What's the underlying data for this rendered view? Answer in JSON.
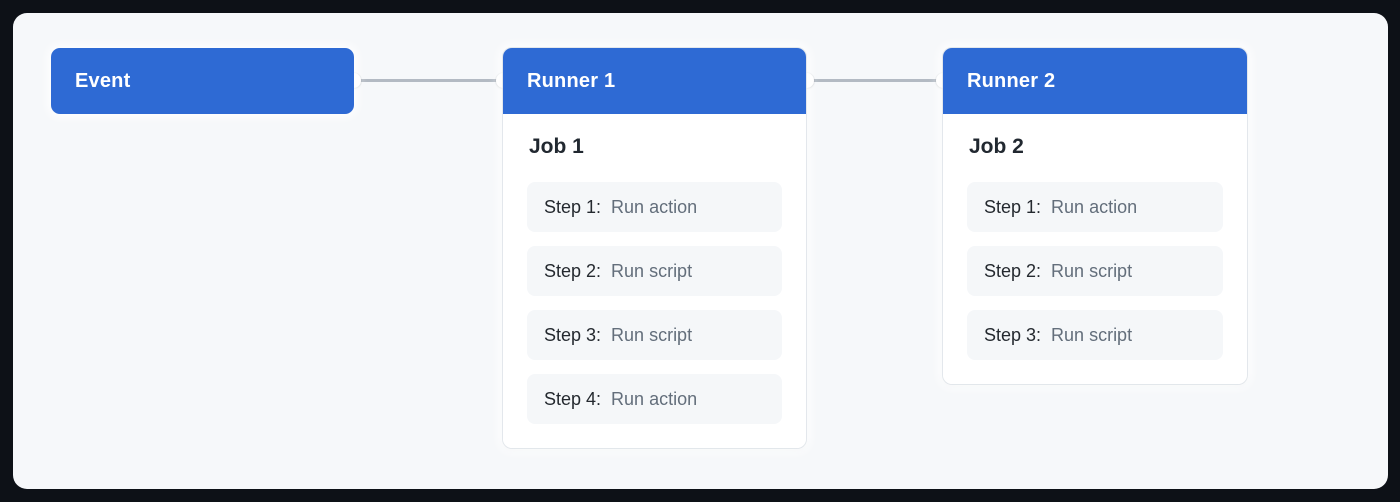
{
  "colors": {
    "frame_bg": "#0d1117",
    "panel_bg": "#f6f8fa",
    "node_blue": "#2e6ad4",
    "connector": "#b3bac3",
    "card_bg": "#ffffff",
    "step_bg": "#f5f7f9",
    "header_text": "#ffffff",
    "title_text": "#212830",
    "step_label_text": "#24292f",
    "step_desc_text": "#636e7b"
  },
  "event": {
    "label": "Event"
  },
  "runners": [
    {
      "title": "Runner 1",
      "job": {
        "title": "Job 1",
        "steps": [
          {
            "label": "Step 1:",
            "desc": "Run action"
          },
          {
            "label": "Step 2:",
            "desc": "Run script"
          },
          {
            "label": "Step 3:",
            "desc": "Run script"
          },
          {
            "label": "Step 4:",
            "desc": "Run action"
          }
        ]
      }
    },
    {
      "title": "Runner 2",
      "job": {
        "title": "Job 2",
        "steps": [
          {
            "label": "Step 1:",
            "desc": "Run action"
          },
          {
            "label": "Step 2:",
            "desc": "Run script"
          },
          {
            "label": "Step 3:",
            "desc": "Run script"
          }
        ]
      }
    }
  ]
}
